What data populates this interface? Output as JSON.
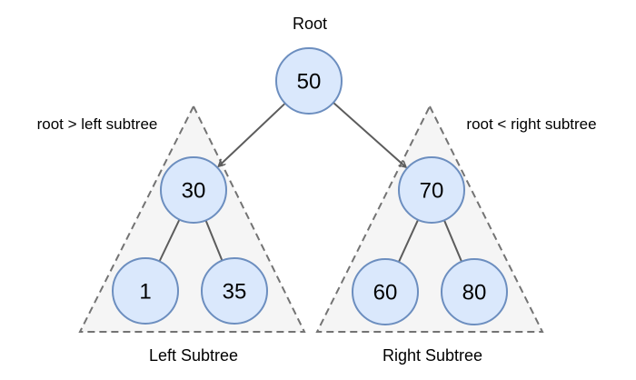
{
  "diagram": {
    "root_label": "Root",
    "nodes": {
      "root": "50",
      "left_parent": "30",
      "left_left": "1",
      "left_right": "35",
      "right_parent": "70",
      "right_left": "60",
      "right_right": "80"
    },
    "annotations": {
      "left": "root > left subtree",
      "right": "root < right subtree"
    },
    "captions": {
      "left": "Left Subtree",
      "right": "Right Subtree"
    },
    "colors": {
      "node_fill": "#dae8fc",
      "node_stroke": "#6c8ebf",
      "triangle_fill": "#f5f5f5",
      "triangle_stroke": "#737373",
      "edge": "#5c5c5c",
      "text": "#000000",
      "background": "#ffffff"
    }
  }
}
